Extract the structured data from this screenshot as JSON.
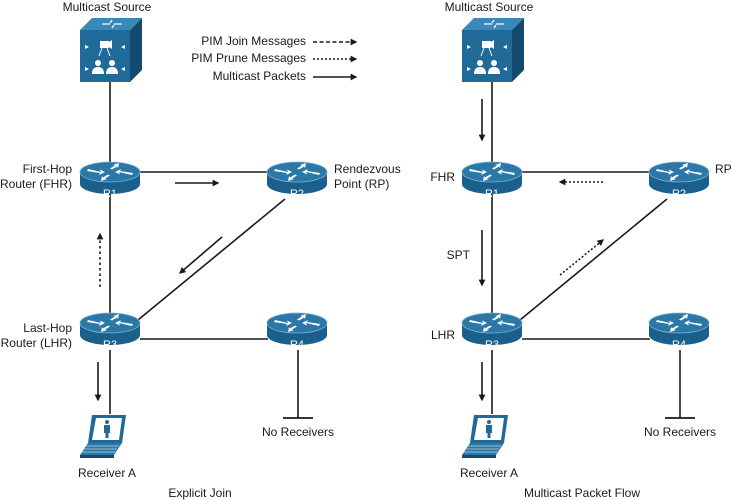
{
  "colors": {
    "device_top": "#2b78a8",
    "device_side": "#1b5f8c",
    "device_dark": "#134a6e",
    "line": "#1a1a1a"
  },
  "legend": {
    "join": "PIM Join Messages",
    "prune": "PIM Prune Messages",
    "packets": "Multicast Packets"
  },
  "panels": [
    {
      "caption": "Explicit Join",
      "source_label": "Multicast Source",
      "r1_label": [
        "First-Hop",
        "Router (FHR)"
      ],
      "r2_label": [
        "Rendezvous",
        "Point (RP)"
      ],
      "r3_label": [
        "Last-Hop",
        "Router (LHR)"
      ],
      "receiver_label": "Receiver A",
      "no_receivers_label": "No Receivers",
      "routers": [
        "R1",
        "R2",
        "R3",
        "R4"
      ]
    },
    {
      "caption": "Multicast Packet Flow",
      "source_label": "Multicast Source",
      "r1_label": [
        "FHR"
      ],
      "r2_label": [
        "RP"
      ],
      "r3_label": [
        "LHR"
      ],
      "spt_label": "SPT",
      "receiver_label": "Receiver A",
      "no_receivers_label": "No Receivers",
      "routers": [
        "R1",
        "R2",
        "R3",
        "R4"
      ]
    }
  ]
}
